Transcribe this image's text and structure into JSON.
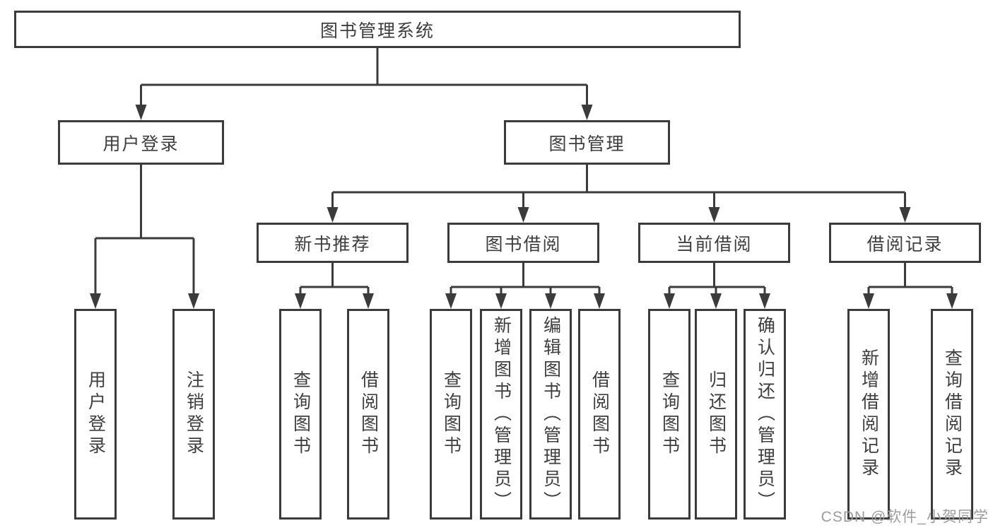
{
  "diagram": {
    "root": {
      "label": "图书管理系统"
    },
    "branches": [
      {
        "label": "用户登录",
        "children": [
          {
            "label": "用户登录"
          },
          {
            "label": "注销登录"
          }
        ]
      },
      {
        "label": "图书管理",
        "children": [
          {
            "label": "新书推荐",
            "children": [
              {
                "label": "查询图书"
              },
              {
                "label": "借阅图书"
              }
            ]
          },
          {
            "label": "图书借阅",
            "children": [
              {
                "label": "查询图书"
              },
              {
                "label": "新增图书（管理员）"
              },
              {
                "label": "编辑图书（管理员）"
              },
              {
                "label": "借阅图书"
              }
            ]
          },
          {
            "label": "当前借阅",
            "children": [
              {
                "label": "查询图书"
              },
              {
                "label": "归还图书"
              },
              {
                "label": "确认归还（管理员）"
              }
            ]
          },
          {
            "label": "借阅记录",
            "children": [
              {
                "label": "新增借阅记录"
              },
              {
                "label": "查询借阅记录"
              }
            ]
          }
        ]
      }
    ]
  },
  "watermark": {
    "text": "CSDN @软件_小贺同学"
  },
  "colors": {
    "line": "#3b3b3b",
    "box_border": "#3b3b3b",
    "text": "#3e3e3e",
    "watermark": "#9c9c9c",
    "background": "#ffffff"
  }
}
